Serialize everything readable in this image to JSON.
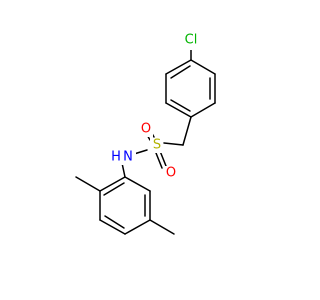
{
  "structure": {
    "atoms": {
      "chlorine": {
        "symbol": "Cl",
        "color": "#00B400"
      },
      "oxygen_top": {
        "symbol": "O",
        "color": "#FF0000"
      },
      "sulfur": {
        "symbol": "S",
        "color": "#B2B200"
      },
      "oxygen_bottom": {
        "symbol": "O",
        "color": "#FF0000"
      },
      "nitrogen": {
        "symbol": "N",
        "color": "#0000FF"
      },
      "hydrogen_on_n": {
        "symbol": "H",
        "color": "#0000FF"
      }
    },
    "bond_color": "#000000",
    "background": "#FFFFFF"
  }
}
